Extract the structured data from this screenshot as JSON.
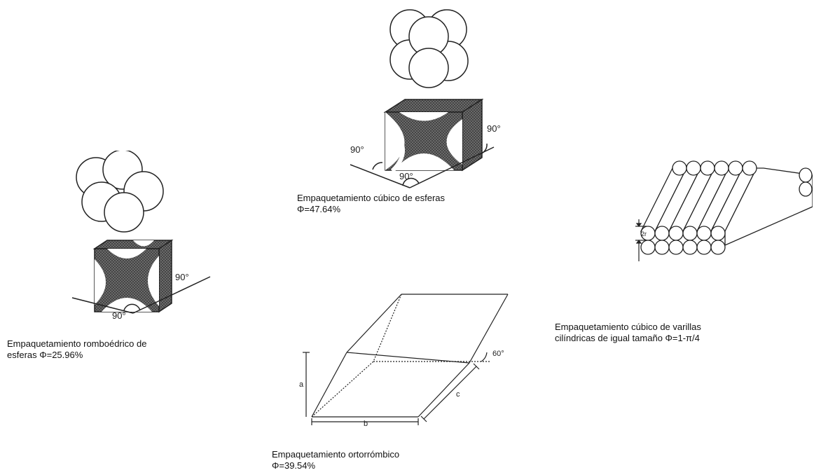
{
  "figures": {
    "cubic": {
      "caption_line1": "Empaquetamiento  cúbico de esferas",
      "caption_line2": "Φ=47.64%",
      "angle_left": "90°",
      "angle_right": "90°",
      "angle_bottom": "90°"
    },
    "rhombohedral": {
      "caption_line1": "Empaquetamiento  romboédrico de",
      "caption_line2": "esferas Φ=25.96%",
      "angle_right": "90°",
      "angle_bottom": "90°"
    },
    "rods": {
      "caption_line1": "Empaquetamiento  cúbico de varillas",
      "caption_line2": "cilíndricas de igual tamaño Φ=1-π/4",
      "dimension_label": "2r"
    },
    "orthorhombic": {
      "caption_line1": "Empaquetamiento  ortorrómbico",
      "caption_line2": "Φ=39.54%",
      "label_a": "a",
      "label_b": "b",
      "label_c": "c",
      "angle": "60°"
    }
  },
  "colors": {
    "line": "#222222",
    "fill_dark": "#555555",
    "background": "#ffffff"
  }
}
